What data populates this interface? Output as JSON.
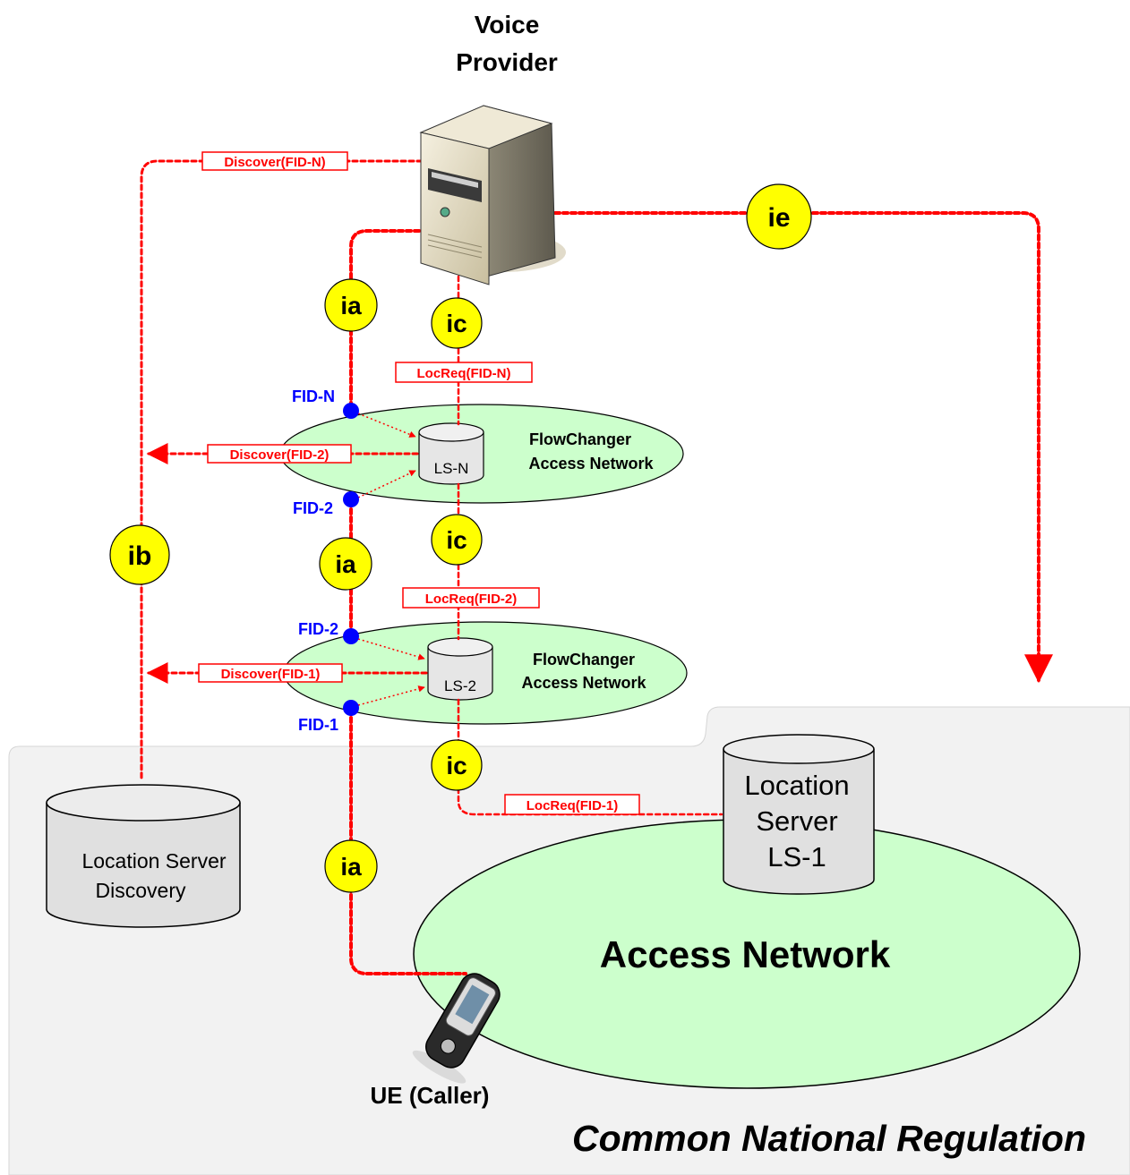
{
  "title": "Voice\nProvider",
  "title_lines": [
    "Voice",
    "Provider"
  ],
  "region_label": "Common National Regulation",
  "access_network_label": "Access Network",
  "location_server": {
    "lines": [
      "Location",
      "Server",
      "LS-1"
    ]
  },
  "lsd": {
    "lines": [
      "Location Server",
      "Discovery"
    ]
  },
  "ue_label": "UE (Caller)",
  "flowchanger_top": {
    "lines": [
      "FlowChanger",
      "Access Network"
    ],
    "db_label": "LS-N"
  },
  "flowchanger_bottom": {
    "lines": [
      "FlowChanger",
      "Access Network"
    ],
    "db_label": "LS-2"
  },
  "interfaces": {
    "ia_top": "ia",
    "ia_mid": "ia",
    "ia_bottom": "ia",
    "ib": "ib",
    "ic_top": "ic",
    "ic_mid": "ic",
    "ic_bottom": "ic",
    "ie": "ie"
  },
  "messages": {
    "discover_fid_n": "Discover(FID-N)",
    "discover_fid_2": "Discover(FID-2)",
    "discover_fid_1": "Discover(FID-1)",
    "locreq_fid_n": "LocReq(FID-N)",
    "locreq_fid_2": "LocReq(FID-2)",
    "locreq_fid_1": "LocReq(FID-1)"
  },
  "fids": {
    "fid_n": "FID-N",
    "fid_2_top": "FID-2",
    "fid_2_bottom": "FID-2",
    "fid_1": "FID-1"
  },
  "colors": {
    "signal": "#ff0000",
    "fid_dot": "#0000ff",
    "interface_circle": "#ffff00",
    "network_fill": "#ccffcc",
    "region_fill": "#f2f2f2",
    "db_fill": "#e0e0e0"
  }
}
